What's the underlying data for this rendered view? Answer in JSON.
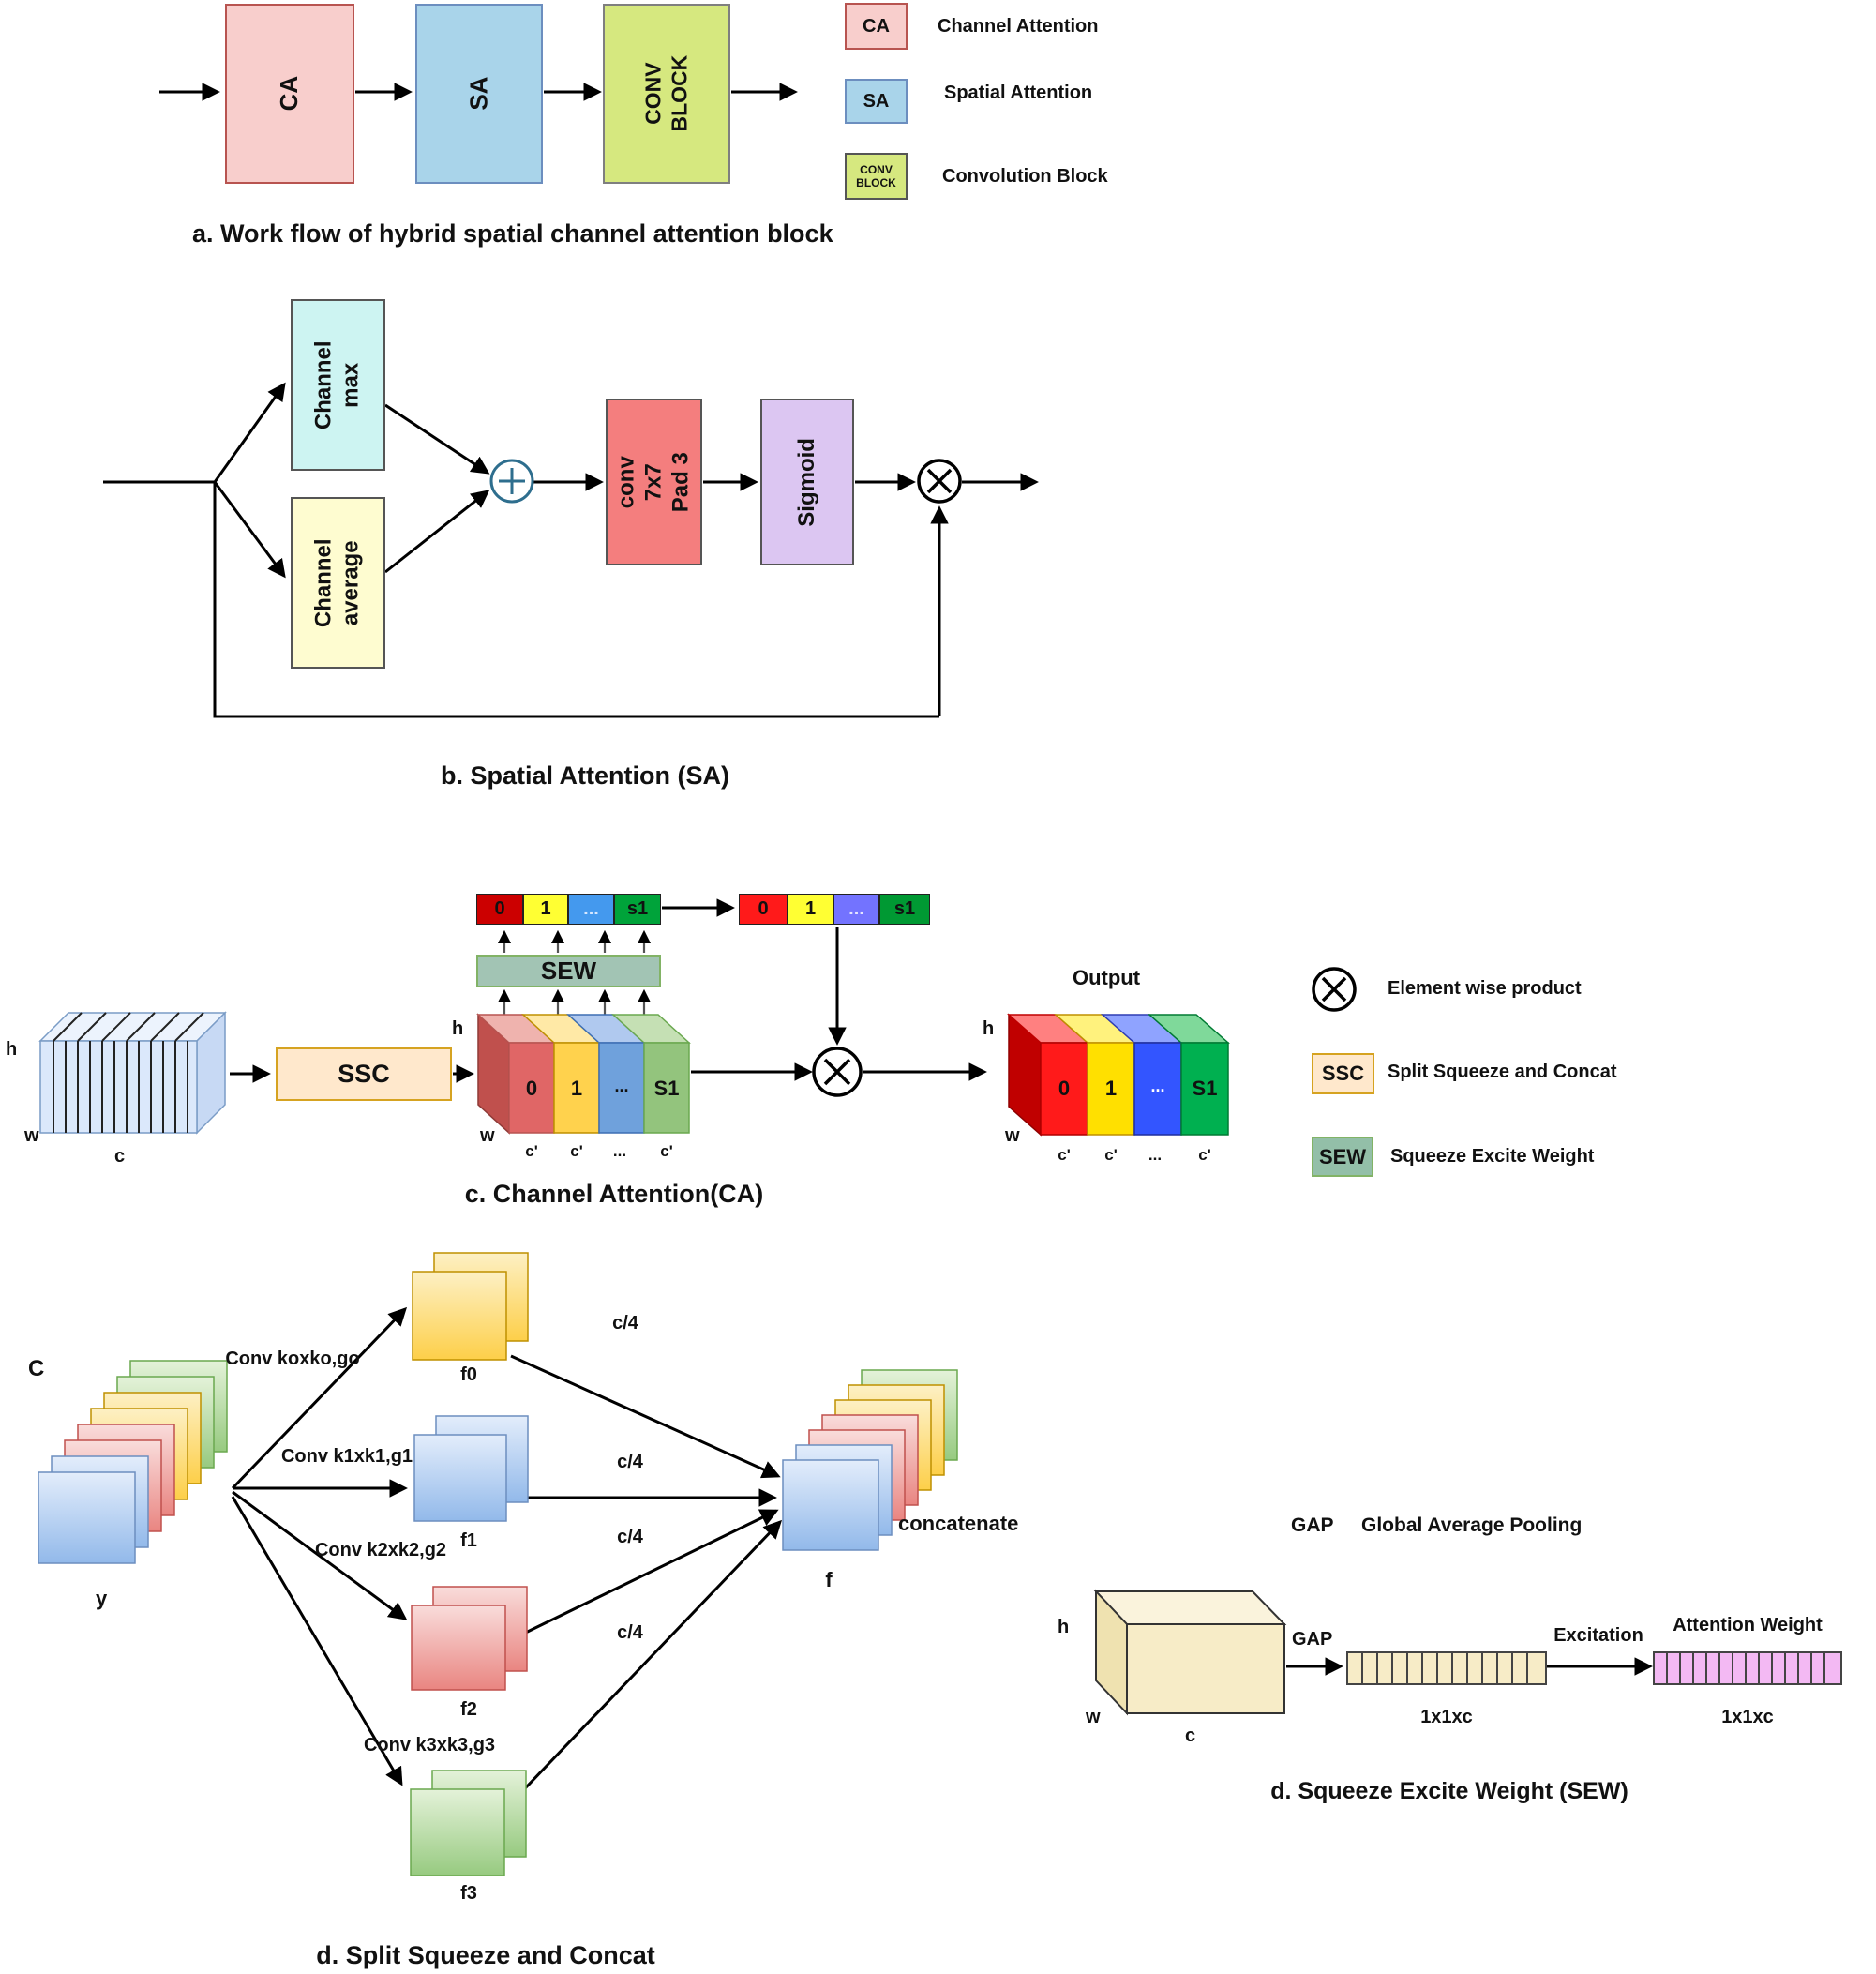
{
  "palette": {
    "ca_pink": "#f8cecc",
    "ca_border": "#b85450",
    "sa_blue": "#a9d4ea",
    "sa_border": "#6c8ebf",
    "conv_green": "#d6e87f",
    "cyan": "#cdf4f2",
    "pale_yellow": "#fefcd0",
    "salmon": "#f47e7e",
    "lavender": "#dcc6f2",
    "ssc_peach": "#ffe8cc",
    "ssc_border": "#d6a321",
    "sew_green": "#a2c4b4",
    "red": "#ff1a1a",
    "dark_red": "#cc0000",
    "yellow": "#ffff33",
    "blue": "#4499ee",
    "periwinkle": "#7373ff",
    "green": "#00a33a",
    "beige": "#f7ecc7",
    "pink_bar": "#f3b9f3"
  },
  "panel_a": {
    "ca": "CA",
    "sa": "SA",
    "conv": "CONV BLOCK",
    "caption": "a. Work flow of hybrid spatial channel attention block",
    "legend": [
      {
        "swatch": "CA",
        "label": "Channel Attention"
      },
      {
        "swatch": "SA",
        "label": "Spatial Attention"
      },
      {
        "swatch": "CONV\nBLOCK",
        "label": "Convolution Block"
      }
    ]
  },
  "panel_b": {
    "channel_max": "Channel max",
    "channel_average": "Channel\naverage",
    "conv7": "conv 7x7\nPad 3",
    "sigmoid": "Sigmoid",
    "caption": "b. Spatial Attention (SA)"
  },
  "panel_c": {
    "row1": [
      "0",
      "1",
      "...",
      "s1"
    ],
    "row2": [
      "0",
      "1",
      "...",
      "s1"
    ],
    "sew": "SEW",
    "ssc": "SSC",
    "slab_labels": [
      "0",
      "1",
      "...",
      "S1"
    ],
    "output_title": "Output",
    "output_labels": [
      "0",
      "1",
      "...",
      "S1"
    ],
    "dims": {
      "h": "h",
      "w": "w",
      "c": "c",
      "c_prime": "c'",
      "dots": "..."
    },
    "caption": "c. Channel Attention(CA)",
    "legend": {
      "product": "Element wise product",
      "ssc_swatch": "SSC",
      "ssc": "Split Squeeze and Concat",
      "sew_swatch": "SEW",
      "sew": "Squeeze Excite Weight"
    }
  },
  "panel_d": {
    "c": "C",
    "y": "y",
    "convs": [
      "Conv koxko,go",
      "Conv k1xk1,g1",
      "Conv k2xk2,g2",
      "Conv k3xk3,g3"
    ],
    "f_labels": [
      "f0",
      "f1",
      "f2",
      "f3"
    ],
    "c4": "c/4",
    "concatenate": "concatenate",
    "f_out": "f",
    "caption": "d. Split Squeeze and Concat"
  },
  "panel_sew": {
    "gap_abbr": "GAP",
    "gap_full": "Global Average Pooling",
    "gap_arrow": "GAP",
    "excitation": "Excitation",
    "attention_weight": "Attention Weight",
    "vec1": "1x1xc",
    "vec2": "1x1xc",
    "dims": {
      "h": "h",
      "w": "w",
      "c": "c"
    },
    "caption": "d. Squeeze Excite Weight (SEW)"
  }
}
